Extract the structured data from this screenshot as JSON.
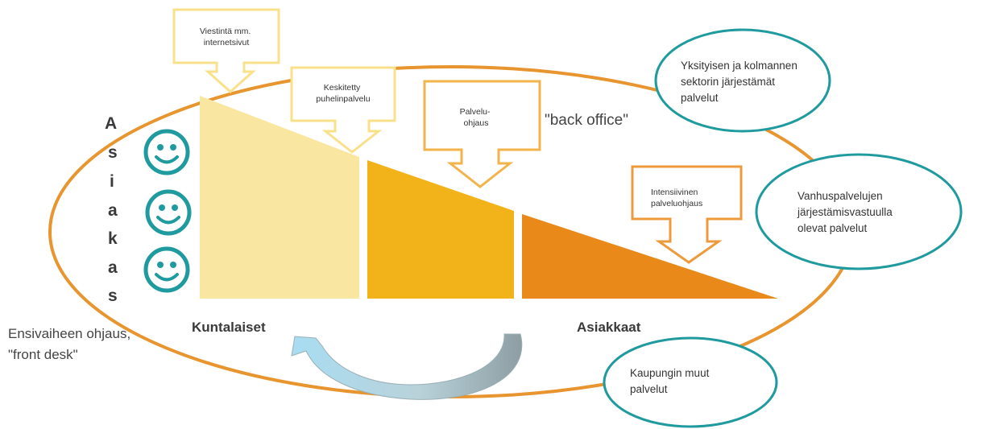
{
  "callouts": {
    "viestinta": [
      "Viestintä mm.",
      "internetsivut"
    ],
    "keskitetty": [
      "Keskitetty",
      "puhelinpalvelu"
    ],
    "palveluohjaus": [
      "Palvelu-",
      "ohjaus"
    ],
    "intensiivinen": [
      "Intensiivinen",
      "palveluohjaus"
    ]
  },
  "back_office": "\"back office\"",
  "bubbles": {
    "yksityisen": [
      "Yksityisen  ja kolmannen",
      "sektorin  järjestämät",
      "palvelut"
    ],
    "vanhuspalvelujen": [
      "Vanhuspalvelujen",
      "järjestämisvastuulla",
      "olevat palvelut"
    ],
    "kaupungin": [
      "Kaupungin  muut",
      "palvelut"
    ]
  },
  "vertical_word": [
    "A",
    "s",
    "i",
    "a",
    "k",
    "a",
    "s"
  ],
  "front_desk": [
    "Ensivaiheen ohjaus,",
    "\"front desk\""
  ],
  "labels": {
    "kuntalaiset": "Kuntalaiset",
    "asiakkaat": "Asiakkaat"
  },
  "colors": {
    "ellipse": "#E8952F",
    "segment_light": "#F9E7A1",
    "segment_mid": "#F1B319",
    "segment_dark": "#E8891A",
    "callout_light": "#F9E08A",
    "callout_mid": "#F1B34A",
    "callout_dark": "#EC9A3C",
    "teal": "#1F9A9E",
    "arrow_light": "#9FD8EE",
    "arrow_dark": "#8FA3A8"
  },
  "icons": [
    "smiley-face",
    "smiley-face",
    "smiley-face",
    "curved-arrow"
  ]
}
